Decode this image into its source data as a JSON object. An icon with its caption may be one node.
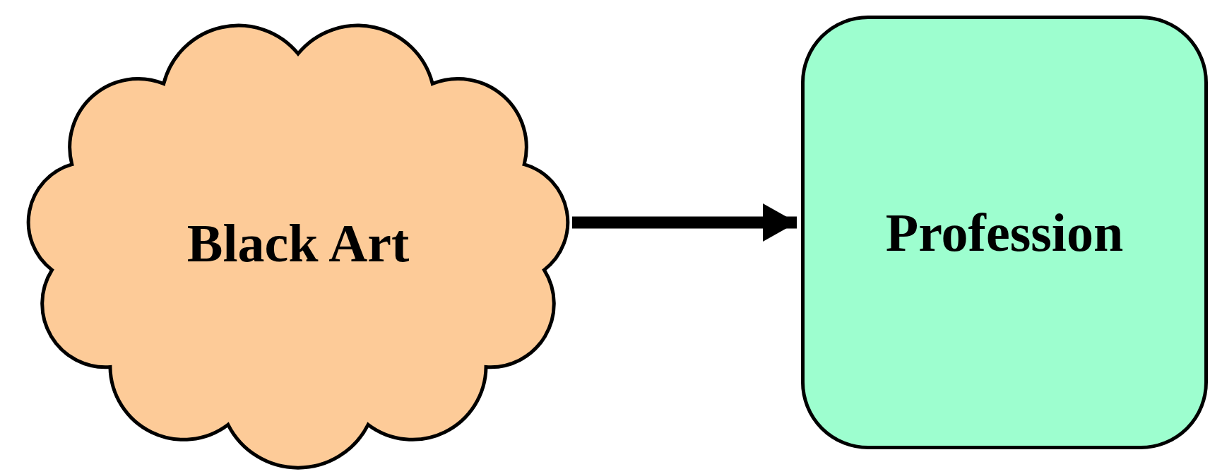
{
  "diagram": {
    "nodes": [
      {
        "text": [
          "Black Art"
        ]
      },
      {
        "text": [
          "Profession"
        ]
      }
    ],
    "edges": [
      {
        "from": 0,
        "to": 1,
        "arrow": "to"
      }
    ]
  }
}
